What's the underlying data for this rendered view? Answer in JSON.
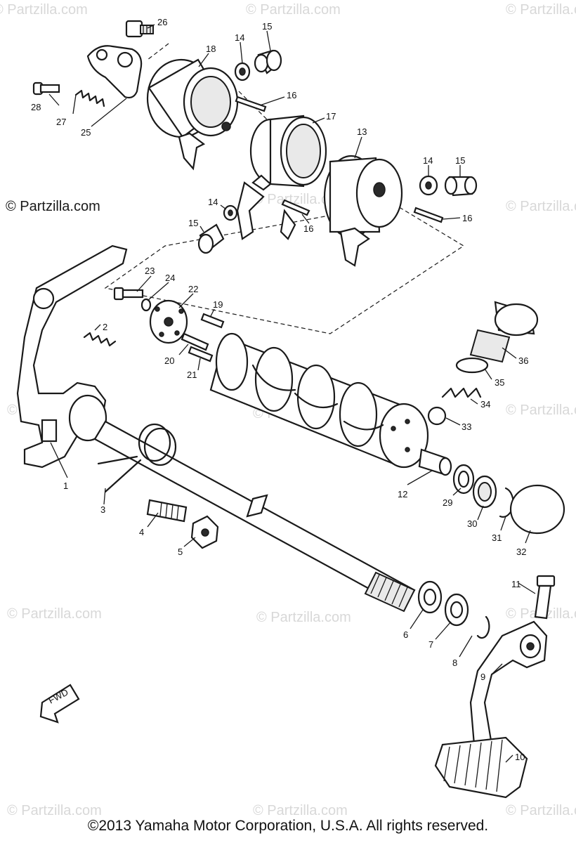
{
  "watermark_main": "© Partzilla.com",
  "watermark_faint": "© Partzilla.com",
  "copyright": "©2013 Yamaha Motor Corporation, U.S.A. All rights reserved.",
  "fwd_label": "FWD",
  "callouts": {
    "p1": "1",
    "p2": "2",
    "p3": "3",
    "p4": "4",
    "p5": "5",
    "p6": "6",
    "p7": "7",
    "p8": "8",
    "p9": "9",
    "p10": "10",
    "p11": "11",
    "p12": "12",
    "p13": "13",
    "p14a": "14",
    "p14b": "14",
    "p14c": "14",
    "p15a": "15",
    "p15b": "15",
    "p15c": "15",
    "p16a": "16",
    "p16b": "16",
    "p16c": "16",
    "p17": "17",
    "p18": "18",
    "p19": "19",
    "p20": "20",
    "p21": "21",
    "p22": "22",
    "p23": "23",
    "p24": "24",
    "p25": "25",
    "p26": "26",
    "p27": "27",
    "p28": "28",
    "p29": "29",
    "p30": "30",
    "p31": "31",
    "p32": "32",
    "p33": "33",
    "p34": "34",
    "p35": "35",
    "p36": "36"
  }
}
